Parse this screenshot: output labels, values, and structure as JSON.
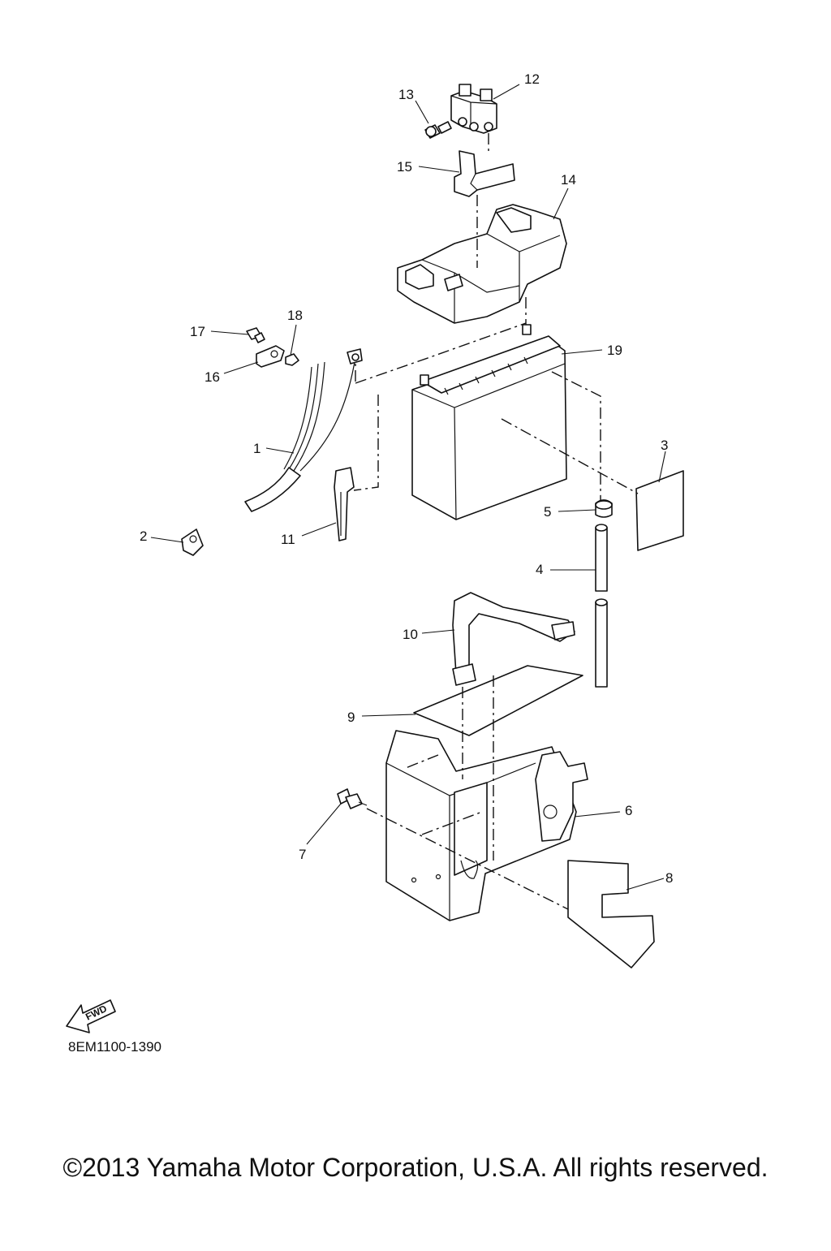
{
  "diagram": {
    "callouts": [
      {
        "id": "c1",
        "label": "1"
      },
      {
        "id": "c2",
        "label": "2"
      },
      {
        "id": "c3",
        "label": "3"
      },
      {
        "id": "c4",
        "label": "4"
      },
      {
        "id": "c5",
        "label": "5"
      },
      {
        "id": "c6",
        "label": "6"
      },
      {
        "id": "c7",
        "label": "7"
      },
      {
        "id": "c8",
        "label": "8"
      },
      {
        "id": "c9",
        "label": "9"
      },
      {
        "id": "c10",
        "label": "10"
      },
      {
        "id": "c11",
        "label": "11"
      },
      {
        "id": "c12",
        "label": "12"
      },
      {
        "id": "c13",
        "label": "13"
      },
      {
        "id": "c14",
        "label": "14"
      },
      {
        "id": "c15",
        "label": "15"
      },
      {
        "id": "c16",
        "label": "16"
      },
      {
        "id": "c17",
        "label": "17"
      },
      {
        "id": "c18",
        "label": "18"
      },
      {
        "id": "c19",
        "label": "19"
      }
    ],
    "direction_label": "FWD",
    "diagram_code": "8EM1100-1390",
    "copyright": "©2013 Yamaha Motor Corporation, U.S.A. All rights reserved."
  }
}
